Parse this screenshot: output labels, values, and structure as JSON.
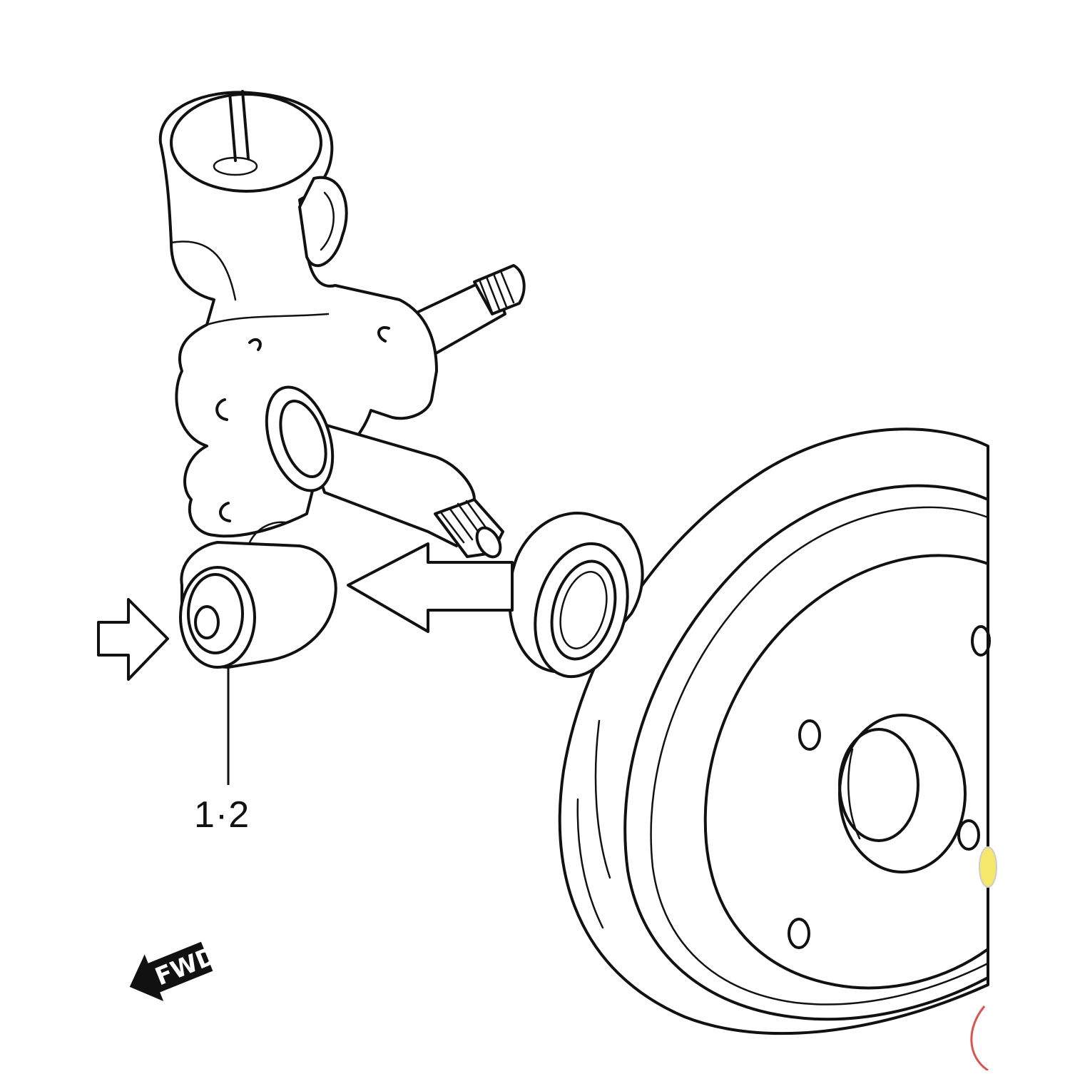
{
  "callout": {
    "label": "1·2"
  },
  "fwd_badge": {
    "label": "FWD"
  },
  "arrows": [
    {
      "name": "left-pointer-arrow",
      "direction": "right",
      "style": "outline"
    },
    {
      "name": "center-pointer-arrow",
      "direction": "left",
      "style": "outline"
    }
  ],
  "parts": [
    "steering-knuckle",
    "spindle",
    "bushing",
    "wheel-bearing",
    "brake-drum"
  ],
  "colors": {
    "line": "#111111",
    "background": "#ffffff",
    "accent_marks": [
      "#f5e76a",
      "#d9534f"
    ]
  }
}
